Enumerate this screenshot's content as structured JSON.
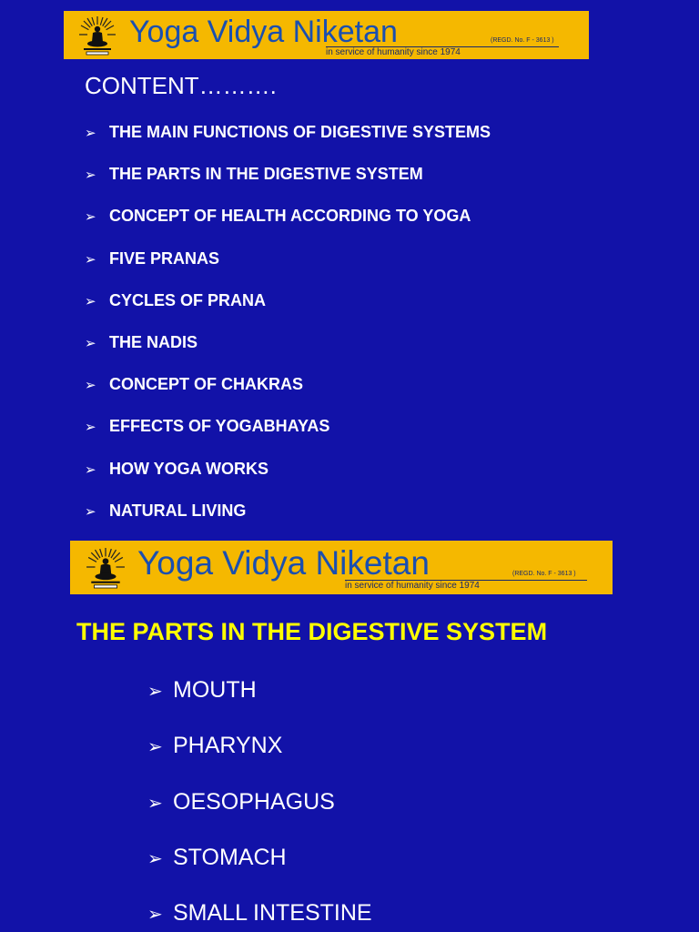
{
  "banner": {
    "title": "Yoga Vidya Niketan",
    "registration": "(REGD. No. F - 3613 )",
    "tagline": "in service of humanity since 1974"
  },
  "slide1": {
    "heading": "CONTENT……….",
    "items": [
      "THE MAIN FUNCTIONS OF DIGESTIVE SYSTEMS",
      "THE PARTS IN THE DIGESTIVE SYSTEM",
      "CONCEPT OF HEALTH ACCORDING TO YOGA",
      "FIVE PRANAS",
      "CYCLES OF PRANA",
      "THE NADIS",
      "CONCEPT OF CHAKRAS",
      "EFFECTS OF YOGABHAYAS",
      "HOW YOGA WORKS",
      "NATURAL LIVING"
    ]
  },
  "slide2": {
    "title": "THE PARTS IN THE DIGESTIVE SYSTEM",
    "items": [
      "MOUTH",
      "PHARYNX",
      "OESOPHAGUS",
      "STOMACH",
      "SMALL INTESTINE"
    ]
  },
  "bullet_glyph": "➢",
  "colors": {
    "background": "#1212a8",
    "banner": "#f5b800",
    "banner_text": "#1a4fb0",
    "body_text": "#ffffff",
    "title_text": "#ffff00"
  },
  "icons": {
    "logo": "meditating-figure-sunburst-icon",
    "bullet": "arrow-bullet-icon"
  }
}
